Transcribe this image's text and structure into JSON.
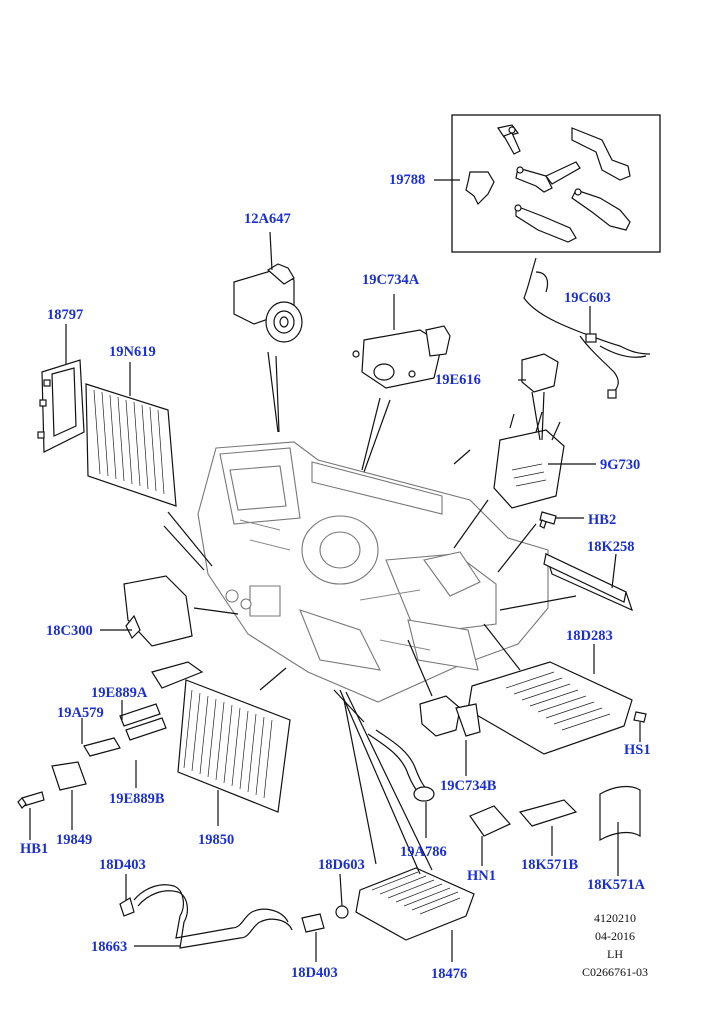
{
  "labels": {
    "p19788": "19788",
    "p12A647": "12A647",
    "p19C734A": "19C734A",
    "p19C603": "19C603",
    "p18797": "18797",
    "p19N619": "19N619",
    "p19E616": "19E616",
    "p9G730": "9G730",
    "pHB2": "HB2",
    "p18K258": "18K258",
    "p18C300": "18C300",
    "p18D283": "18D283",
    "p19E889A": "19E889A",
    "p19A579": "19A579",
    "pHS1": "HS1",
    "p19E889B": "19E889B",
    "pHB1": "HB1",
    "p19849": "19849",
    "p19850": "19850",
    "p19C734B": "19C734B",
    "p19A786": "19A786",
    "pHN1": "HN1",
    "p18K571B": "18K571B",
    "p18K571A": "18K571A",
    "p18D403a": "18D403",
    "p18D603": "18D603",
    "p18663": "18663",
    "p18D403b": "18D403",
    "p18476": "18476"
  },
  "reference": {
    "line1": "4120210",
    "line2": "04-2016",
    "line3": "LH",
    "line4": "C0266761-03"
  },
  "colors": {
    "label": "#1a2fd6",
    "line": "#111111",
    "housing": "#888888"
  }
}
